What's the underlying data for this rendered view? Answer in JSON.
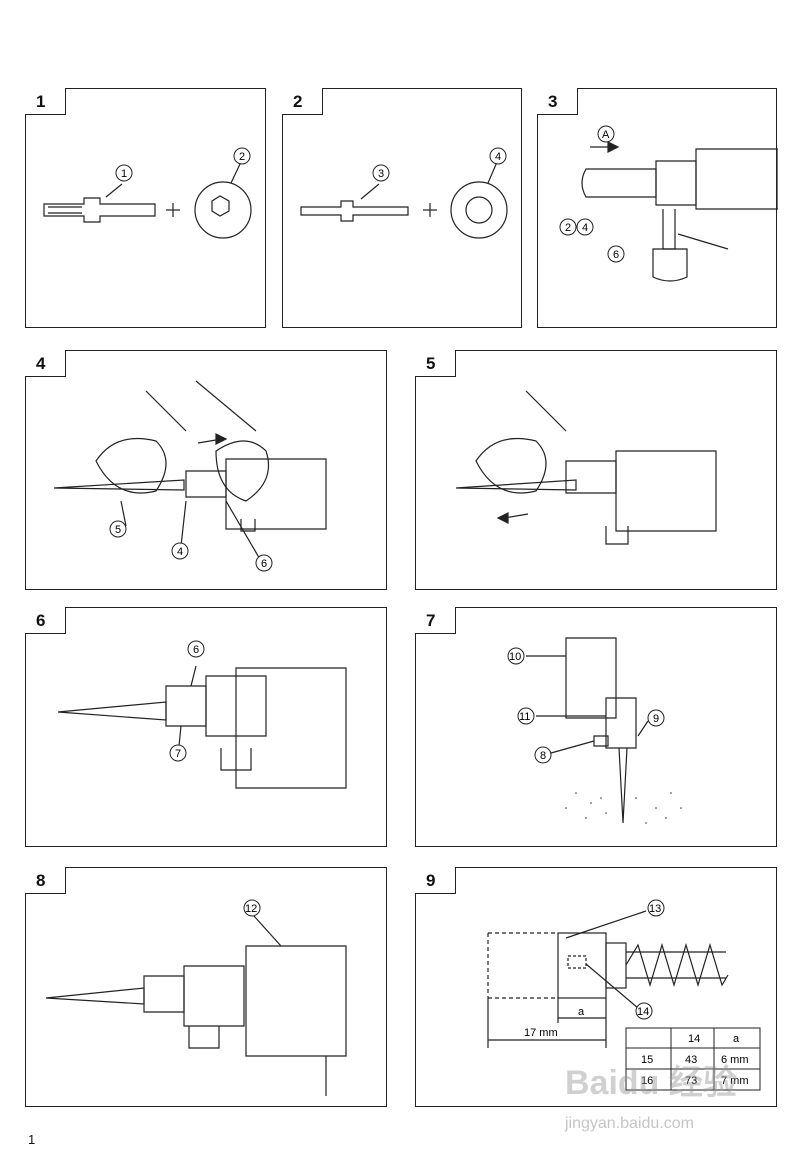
{
  "panels": [
    {
      "number": "1",
      "callouts": [
        "1",
        "2"
      ]
    },
    {
      "number": "2",
      "callouts": [
        "3",
        "4"
      ]
    },
    {
      "number": "3",
      "callouts": [
        "A",
        "2",
        "4",
        "6"
      ]
    },
    {
      "number": "4",
      "callouts": [
        "5",
        "4",
        "6"
      ]
    },
    {
      "number": "5",
      "callouts": []
    },
    {
      "number": "6",
      "callouts": [
        "6",
        "7"
      ]
    },
    {
      "number": "7",
      "callouts": [
        "10",
        "11",
        "8",
        "9"
      ]
    },
    {
      "number": "8",
      "callouts": [
        "12"
      ]
    },
    {
      "number": "9",
      "callouts": [
        "13",
        "14"
      ]
    }
  ],
  "diagram9": {
    "dim_a": "a",
    "dim_17": "17 mm",
    "table": {
      "headers": [
        "",
        "14",
        "a"
      ],
      "rows": [
        [
          "15",
          "43",
          "6 mm"
        ],
        [
          "16",
          "73",
          "7 mm"
        ]
      ]
    }
  },
  "page_number": "1",
  "watermark": "Baidu 经验",
  "watermark_url": "jingyan.baidu.com"
}
